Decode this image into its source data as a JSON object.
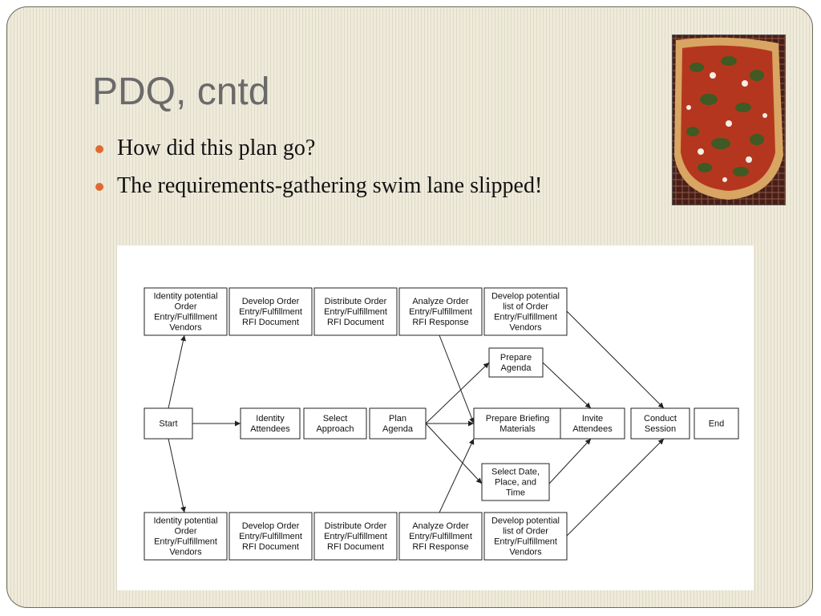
{
  "slide": {
    "title": "PDQ, cntd",
    "bullets": [
      "How did this plan go?",
      "The requirements-gathering swim lane slipped!"
    ],
    "bullet_color": "#e06a2e",
    "photo_icon": "pizza-photo"
  },
  "diagram": {
    "nodes": [
      {
        "id": "top1",
        "lines": [
          "Identity potential",
          "Order",
          "Entry/Fulfillment",
          "Vendors"
        ]
      },
      {
        "id": "top2",
        "lines": [
          "Develop Order",
          "Entry/Fulfillment",
          "RFI Document"
        ]
      },
      {
        "id": "top3",
        "lines": [
          "Distribute Order",
          "Entry/Fulfillment",
          "RFI Document"
        ]
      },
      {
        "id": "top4",
        "lines": [
          "Analyze Order",
          "Entry/Fulfillment",
          "RFI Response"
        ]
      },
      {
        "id": "top5",
        "lines": [
          "Develop potential",
          "list of Order",
          "Entry/Fulfillment",
          "Vendors"
        ]
      },
      {
        "id": "agenda",
        "lines": [
          "Prepare",
          "Agenda"
        ]
      },
      {
        "id": "start",
        "lines": [
          "Start"
        ]
      },
      {
        "id": "attendees",
        "lines": [
          "Identity",
          "Attendees"
        ]
      },
      {
        "id": "approach",
        "lines": [
          "Select",
          "Approach"
        ]
      },
      {
        "id": "plan",
        "lines": [
          "Plan",
          "Agenda"
        ]
      },
      {
        "id": "briefing",
        "lines": [
          "Prepare Briefing",
          "Materials"
        ]
      },
      {
        "id": "invite",
        "lines": [
          "Invite",
          "Attendees"
        ]
      },
      {
        "id": "conduct",
        "lines": [
          "Conduct",
          "Session"
        ]
      },
      {
        "id": "end",
        "lines": [
          "End"
        ]
      },
      {
        "id": "date",
        "lines": [
          "Select Date,",
          "Place, and",
          "Time"
        ]
      },
      {
        "id": "bot1",
        "lines": [
          "Identity potential",
          "Order",
          "Entry/Fulfillment",
          "Vendors"
        ]
      },
      {
        "id": "bot2",
        "lines": [
          "Develop Order",
          "Entry/Fulfillment",
          "RFI Document"
        ]
      },
      {
        "id": "bot3",
        "lines": [
          "Distribute Order",
          "Entry/Fulfillment",
          "RFI Document"
        ]
      },
      {
        "id": "bot4",
        "lines": [
          "Analyze Order",
          "Entry/Fulfillment",
          "RFI Response"
        ]
      },
      {
        "id": "bot5",
        "lines": [
          "Develop potential",
          "list of Order",
          "Entry/Fulfillment",
          "Vendors"
        ]
      }
    ]
  }
}
